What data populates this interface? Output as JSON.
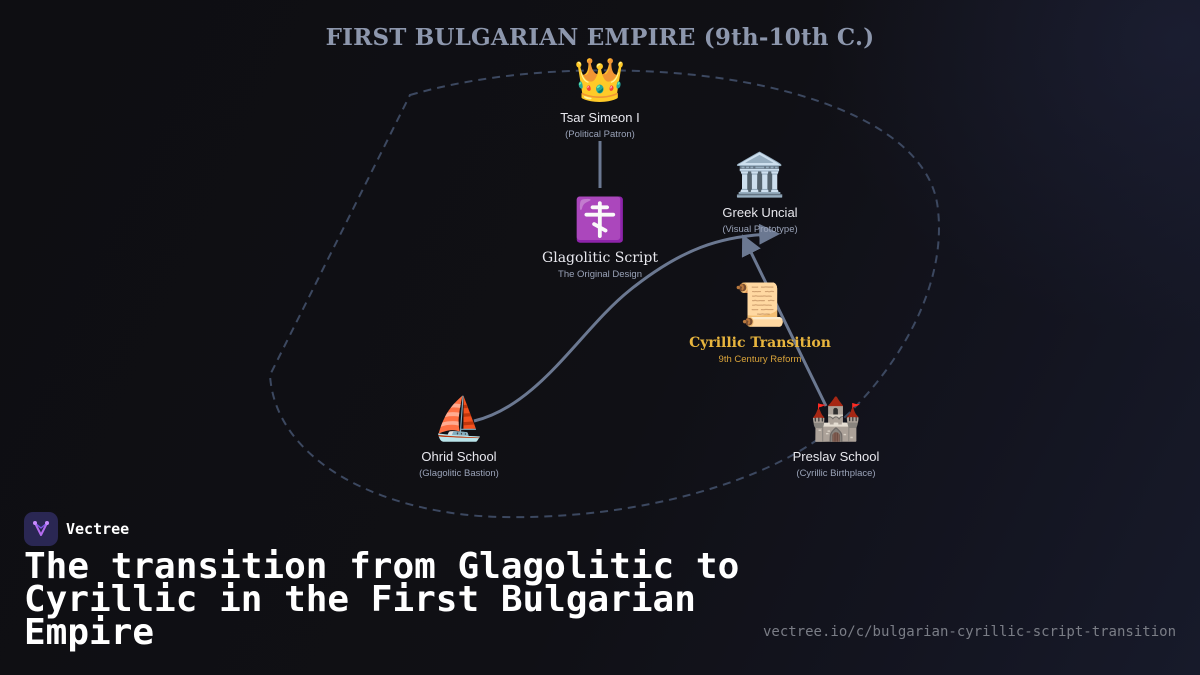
{
  "diagram": {
    "title": "FIRST BULGARIAN EMPIRE (9th-10th C.)",
    "nodes": {
      "simeon": {
        "icon": "👑",
        "icon_name": "crown-icon",
        "label": "Tsar Simeon I",
        "sublabel": "(Political Patron)"
      },
      "glagolitic": {
        "icon": "☦️",
        "icon_name": "orthodox-cross-icon",
        "label": "Glagolitic Script",
        "sublabel": "The Original Design"
      },
      "greek": {
        "icon": "🏛️",
        "icon_name": "classical-building-icon",
        "label": "Greek Uncial",
        "sublabel": "(Visual Prototype)"
      },
      "cyrillic": {
        "icon": "📜",
        "icon_name": "scroll-icon",
        "label": "Cyrillic Transition",
        "sublabel": "9th Century Reform"
      },
      "ohrid": {
        "icon": "⛵",
        "icon_name": "sailboat-icon",
        "label": "Ohrid School",
        "sublabel": "(Glagolitic Bastion)"
      },
      "preslav": {
        "icon": "🏰",
        "icon_name": "castle-icon",
        "label": "Preslav School",
        "sublabel": "(Cyrillic Birthplace)"
      }
    },
    "edges": [
      {
        "from": "simeon",
        "to": "glagolitic"
      },
      {
        "from": "ohrid",
        "to": "greek"
      },
      {
        "from": "preslav",
        "to": "greek"
      }
    ],
    "colors": {
      "edge": "#6b7891",
      "boundary": "#3c4860",
      "accent": "#e8b53e"
    }
  },
  "brand": {
    "name": "Vectree",
    "logo_icon": "vectree-logo-icon"
  },
  "headline": "The transition from Glagolitic to Cyrillic in the First Bulgarian Empire",
  "url": "vectree.io/c/bulgarian-cyrillic-script-transition"
}
